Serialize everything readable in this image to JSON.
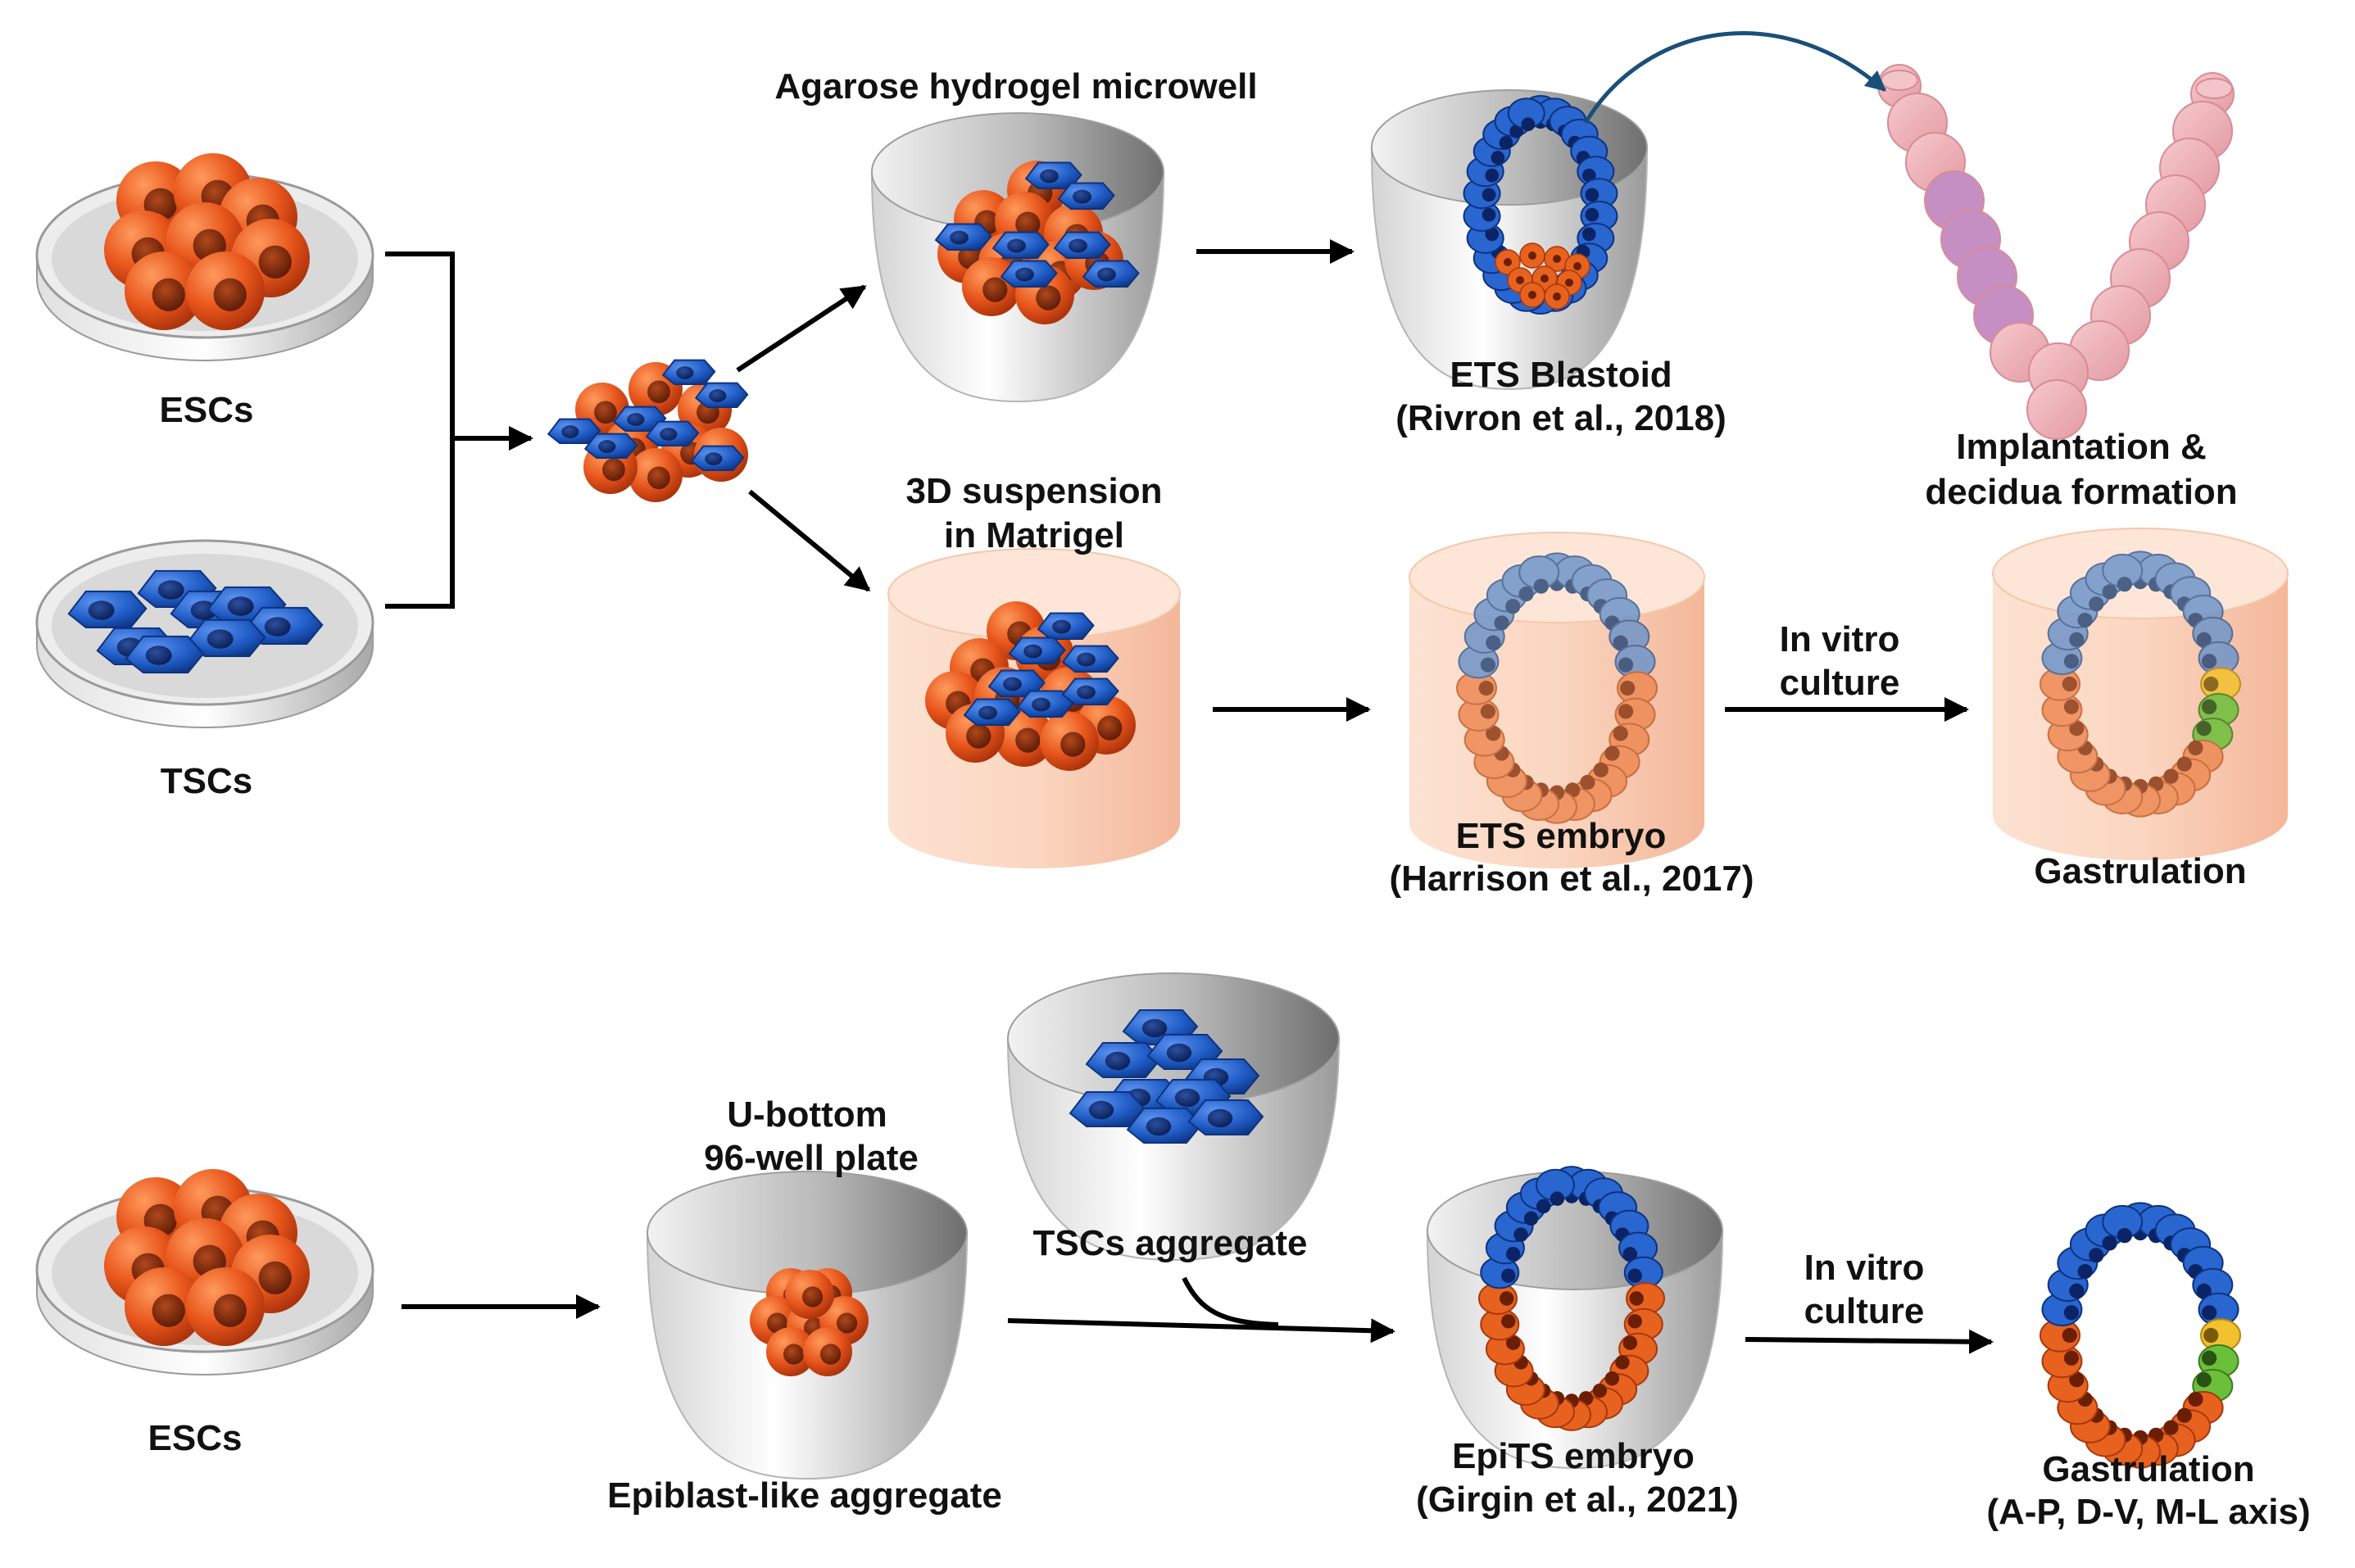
{
  "colors": {
    "esc_orange": "#E8561C",
    "tsc_blue": "#1F5BC4",
    "matrigel_peach": "#FBD6C0",
    "arrow": "#000000",
    "curve_arrow": "#1A4F7A",
    "decidua_pink": "#F3B9BE",
    "implant_purple": "#C58FC4",
    "epi_yellow": "#F2C12E",
    "meso_green": "#6BBF3A"
  },
  "labels": {
    "escs_top": "ESCs",
    "tscs": "TSCs",
    "agarose": "Agarose hydrogel microwell",
    "ets_blastoid_line1": "ETS Blastoid",
    "ets_blastoid_line2": "(Rivron et al., 2018)",
    "implantation_line1": "Implantation &",
    "implantation_line2": "decidua formation",
    "matrigel_line1": "3D suspension",
    "matrigel_line2": "in Matrigel",
    "invitro_top_line1": "In vitro",
    "invitro_top_line2": "culture",
    "ets_embryo_line1": "ETS embryo",
    "ets_embryo_line2": "(Harrison et al., 2017)",
    "gastrulation_top": "Gastrulation",
    "escs_bottom": "ESCs",
    "ubottom_line1": "U-bottom",
    "ubottom_line2": "96-well plate",
    "epiblast_aggregate": "Epiblast-like  aggregate",
    "tscs_aggregate": "TSCs aggregate",
    "invitro_bottom_line1": "In vitro",
    "invitro_bottom_line2": "culture",
    "epits_line1": "EpiTS embryo",
    "epits_line2": "(Girgin et al., 2021)",
    "gastrulation_bottom_line1": "Gastrulation",
    "gastrulation_bottom_line2": "(A-P, D-V, M-L axis)"
  }
}
